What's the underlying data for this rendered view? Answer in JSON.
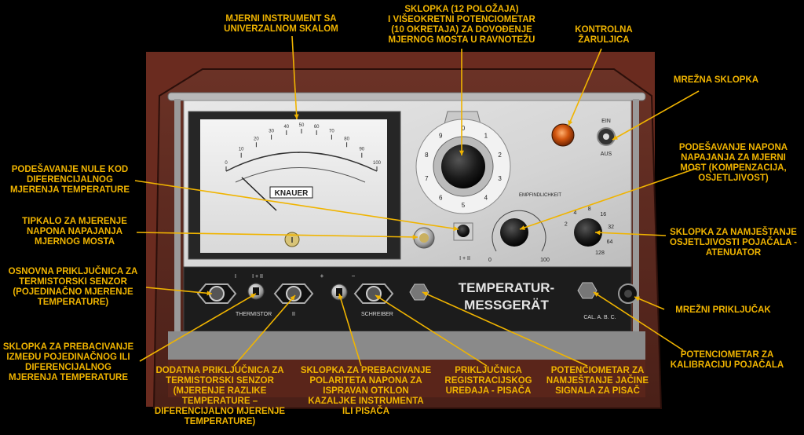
{
  "device": {
    "brand_logo": "KNAUER",
    "panel_title_line1": "TEMPERATUR-",
    "panel_title_line2": "MESSGERÄT",
    "switch_on": "EIN",
    "switch_off": "AUS",
    "sensitivity_label": "EMPFINDLICHKEIT",
    "sens_min": "0",
    "sens_max": "100",
    "polarity_mark": "I + II",
    "range_button": "I",
    "socket_label_1": "I",
    "socket_label_2": "I + II",
    "socket_label_3": "+",
    "socket_label_4": "−",
    "thermistor_label": "THERMISTOR",
    "ii_label": "II",
    "schreiber_label": "SCHREIBER",
    "cal_label": "CAL. A. B. C.",
    "atten_values": [
      "2",
      "4",
      "8",
      "16",
      "32",
      "64",
      "128"
    ],
    "meter_ticks": [
      "0",
      "10",
      "20",
      "30",
      "40",
      "50",
      "60",
      "70",
      "80",
      "90",
      "100"
    ],
    "dial_numbers": [
      "0",
      "1",
      "2",
      "3",
      "4",
      "5",
      "6",
      "7",
      "8",
      "9"
    ]
  },
  "annotations": [
    {
      "id": "meter",
      "lines": [
        "MJERNI INSTRUMENT SA",
        "UNIVERZALNOM SKALOM"
      ]
    },
    {
      "id": "bridge-switch",
      "lines": [
        "SKLOPKA (12 POLOŽAJA)",
        "I VIŠEOKRETNI POTENCIOMETAR",
        "(10 OKRETAJA) ZA DOVOĐENJE",
        "MJERNOG MOSTA U RAVNOTEŽU"
      ]
    },
    {
      "id": "lamp",
      "lines": [
        "KONTROLNA",
        "ŽARULJICA"
      ]
    },
    {
      "id": "mains-switch",
      "lines": [
        "MREŽNA SKLOPKA"
      ]
    },
    {
      "id": "supply-voltage",
      "lines": [
        "PODEŠAVANJE NAPONA",
        "NAPAJANJA ZA MJERNI",
        "MOST (KOMPENZACIJA,",
        "OSJETLJIVOST)"
      ]
    },
    {
      "id": "attenuator",
      "lines": [
        "SKLOPKA ZA NAMJEŠTANJE",
        "OSJETLJIVOSTI POJAČALA -",
        "ATENUATOR"
      ]
    },
    {
      "id": "mains-socket",
      "lines": [
        "MREŽNI PRIKLJUČAK"
      ]
    },
    {
      "id": "cal-pot",
      "lines": [
        "POTENCIOMETAR ZA",
        "KALIBRACIJU POJAČALA"
      ]
    },
    {
      "id": "recorder-pot",
      "lines": [
        "POTENCIOMETAR ZA",
        "NAMJEŠTANJE JAČINE",
        "SIGNALA ZA PISAČ"
      ]
    },
    {
      "id": "recorder-socket",
      "lines": [
        "PRIKLJUČNICA",
        "REGISTRACIJSKOG",
        "UREĐAJA - PISAČA"
      ]
    },
    {
      "id": "polarity-switch",
      "lines": [
        "SKLOPKA ZA PREBACIVANJE",
        "POLARITETA NAPONA ZA",
        "ISPRAVAN OTKLON",
        "KAZALJKE INSTRUMENTA",
        "ILI PISAČA"
      ]
    },
    {
      "id": "aux-socket",
      "lines": [
        "DODATNA PRIKLJUČNICA ZA",
        "TERMISTORSKI SENZOR",
        "(MJERENJE RAZLIKE",
        "TEMPERATURE –",
        "DIFERENCIJALNO MJERENJE",
        "TEMPERATURE)"
      ]
    },
    {
      "id": "mode-switch",
      "lines": [
        "SKLOPKA ZA PREBACIVANJE",
        "IZMEĐU POJEDINAČNOG ILI",
        "DIFERENCIJALNOG",
        "MJERENJA TEMPERATURE"
      ]
    },
    {
      "id": "main-socket",
      "lines": [
        "OSNOVNA PRIKLJUČNICA ZA",
        "TERMISTORSKI SENZOR",
        "(POJEDINAČNO MJERENJE",
        "TEMPERATURE)"
      ]
    },
    {
      "id": "supply-button",
      "lines": [
        "TIPKALO ZA MJERENJE",
        "NAPONA NAPAJANJA",
        "MJERNOG MOSTA"
      ]
    },
    {
      "id": "zero-adjust",
      "lines": [
        "PODEŠAVANJE NULE KOD",
        "DIFERENCIJALNOG",
        "MJERENJA TEMPERATURE"
      ]
    }
  ],
  "colors": {
    "label": "#f0b400",
    "arrow": "#f0b400",
    "background": "#000000"
  }
}
